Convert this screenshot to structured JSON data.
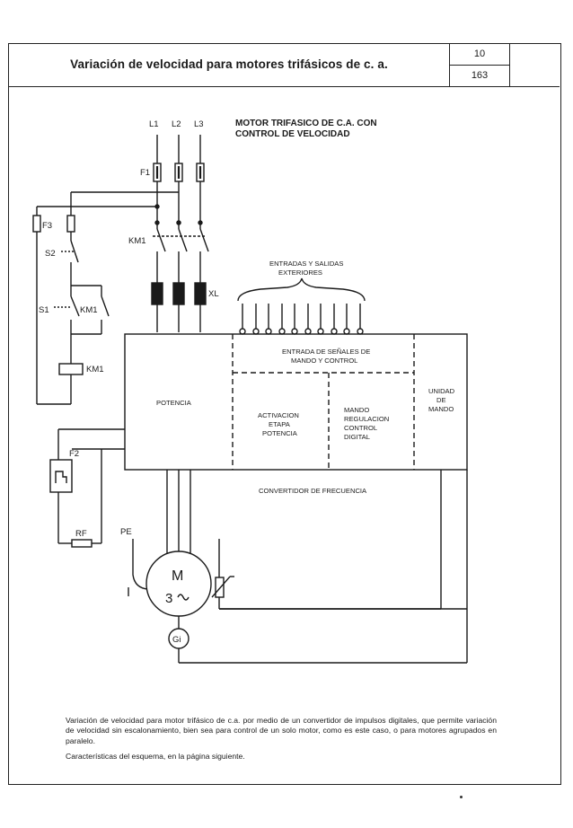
{
  "header": {
    "title": "Variación de velocidad para motores trifásicos de c. a.",
    "page_top": "10",
    "page_bottom": "163"
  },
  "diagram": {
    "title_line1": "MOTOR TRIFASICO DE C.A. CON",
    "title_line2": "CONTROL DE VELOCIDAD",
    "phase_labels": [
      "L1",
      "L2",
      "L3"
    ],
    "fuse_main": "F1",
    "fuse_control": "F3",
    "switch_stop": "S2",
    "switch_start": "S1",
    "contactor": "KM1",
    "contactor_aux": "KM1",
    "contactor_coil": "KM1",
    "reactor": "XL",
    "thermal_relay": "F2",
    "relay_resistor": "RF",
    "earth": "PE",
    "motor_letter": "M",
    "motor_phases": "3",
    "tacho": "Gi",
    "io_line1": "ENTRADAS Y SALIDAS",
    "io_line2": "EXTERIORES",
    "block_power": "POTENCIA",
    "block_signals_line1": "ENTRADA DE SEÑALES DE",
    "block_signals_line2": "MANDO Y CONTROL",
    "block_activation": [
      "ACTIVACION",
      "ETAPA",
      "POTENCIA"
    ],
    "block_regulation": [
      "MANDO",
      "REGULACION",
      "CONTROL",
      "DIGITAL"
    ],
    "block_unit": [
      "UNIDAD",
      "DE",
      "MANDO"
    ],
    "converter_label": "CONVERTIDOR DE FRECUENCIA"
  },
  "caption": {
    "paragraph1": "Variación de velocidad para motor trifásico de c.a. por medio de un convertidor de impulsos digitales, que permite variación de velocidad sin escalonamiento, bien sea para control de un solo motor, como es este caso, o para motores agrupados en paralelo.",
    "paragraph2": "Características del esquema, en la página siguiente."
  }
}
